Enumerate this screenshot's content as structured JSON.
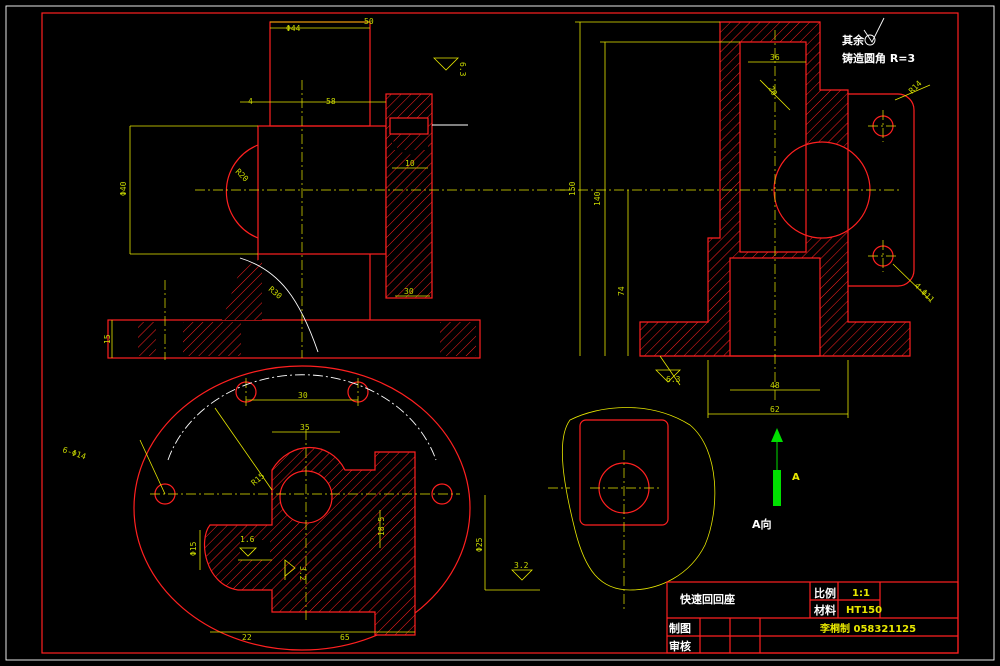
{
  "dims": {
    "phi44": "Φ44",
    "d50": "50",
    "d6_3a": "6.3",
    "d4": "4",
    "d58": "58",
    "phi40": "Φ40",
    "r20": "R20",
    "d10": "10",
    "d30": "30",
    "r30": "R30",
    "d15": "15",
    "d150": "150",
    "d140": "140",
    "d74": "74",
    "d6_3b": "6.3",
    "d36": "36",
    "d20": "20",
    "d48": "48",
    "d62": "62",
    "r24": "R14",
    "phi11": "4-Φ11",
    "d30b": "30",
    "d5": "6-Φ14",
    "d35": "35",
    "phi15": "Φ15",
    "d1_6": "1.6",
    "d3_2a": "3.2",
    "d18_5": "18.5",
    "phi25": "Φ25",
    "d3_2b": "3.2",
    "d22": "22",
    "d65": "65",
    "r15": "R15"
  },
  "notes": {
    "roughness": "其余",
    "fillet": "铸造圆角 R=3"
  },
  "view_a": {
    "letter": "A",
    "label": "A向"
  },
  "title_block": {
    "part_name": "快速回回座",
    "scale_label": "比例",
    "scale_value": "1:1",
    "material_label": "材料",
    "material_value": "HT150",
    "drawn_label": "制图",
    "checked_label": "审核",
    "author": "李桐制 058321125"
  },
  "colors": {
    "outline": "#ff2020",
    "dimension": "#e8e800",
    "centerline": "#e8e800",
    "view_arrow": "#00e000",
    "text": "#ffffff",
    "background": "#000000"
  }
}
